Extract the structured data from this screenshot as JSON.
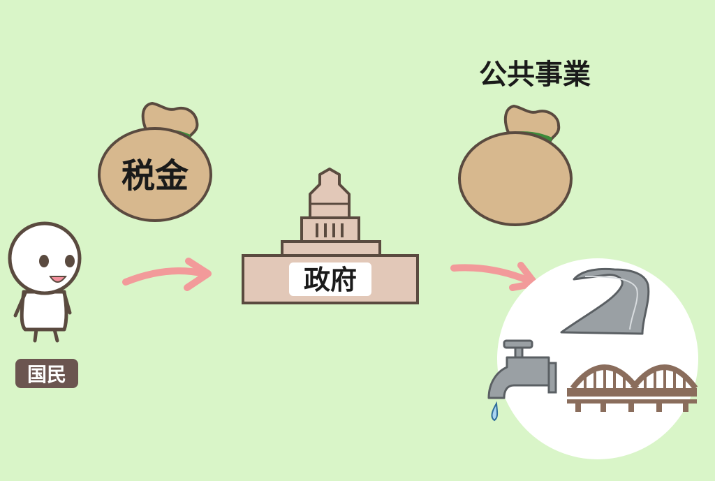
{
  "labels": {
    "citizen": "国民",
    "tax": "税金",
    "government": "政府",
    "public_works": "公共事業"
  },
  "colors": {
    "background": "#d9f5c8",
    "money_bag": "#d7b88e",
    "outline": "#5a4a3f",
    "arrow": "#f29a9a",
    "building": "#e2c8b8",
    "label_box": "#6b5550",
    "bridge": "#8a6d5c",
    "road": "#9aa0a4"
  },
  "icons": [
    "person-icon",
    "money-bag-icon",
    "government-building-icon",
    "road-icon",
    "faucet-icon",
    "bridge-icon"
  ]
}
